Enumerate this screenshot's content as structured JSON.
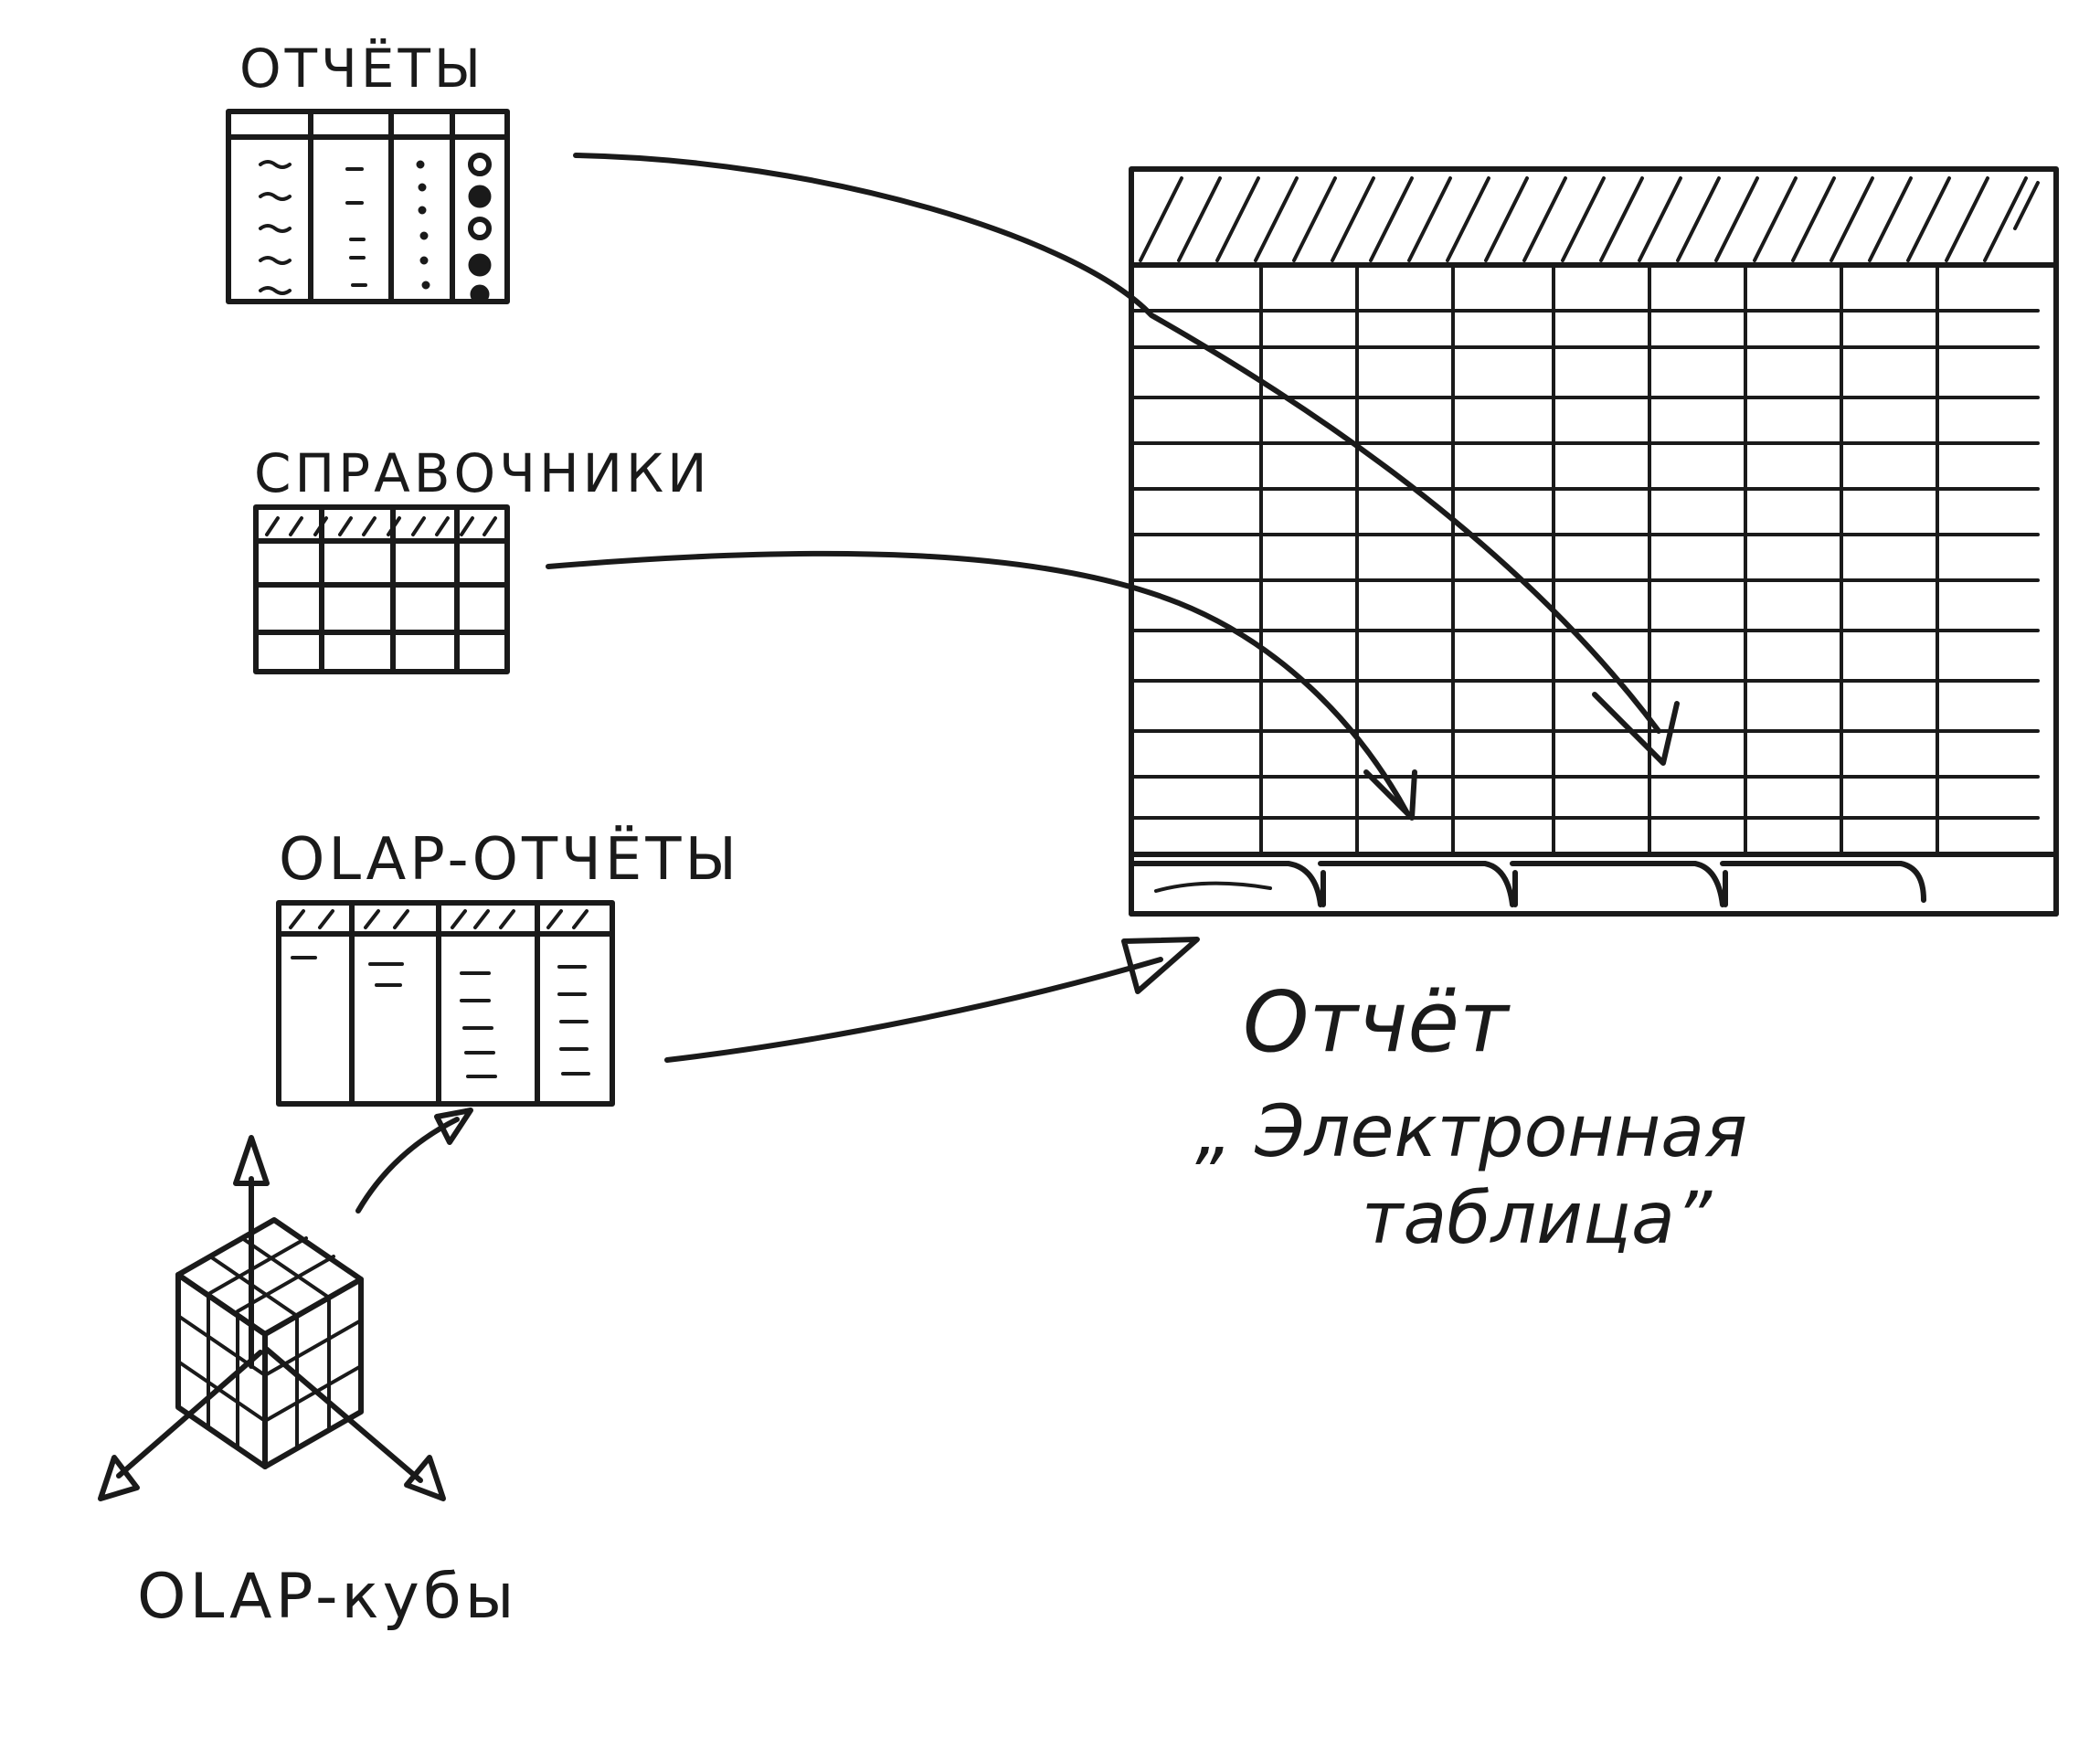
{
  "labels": {
    "reports": "ОТЧЁТЫ",
    "references": "СПРАВОЧНИКИ",
    "olap_reports": "OLAP-ОТЧЁТЫ",
    "olap_cubes": "OLAP-кубы",
    "target_line1": "Отчёт",
    "target_line2": "„ Электронная",
    "target_line3": "таблица”"
  },
  "colors": {
    "ink": "#1a1a1a",
    "paper": "#ffffff"
  }
}
